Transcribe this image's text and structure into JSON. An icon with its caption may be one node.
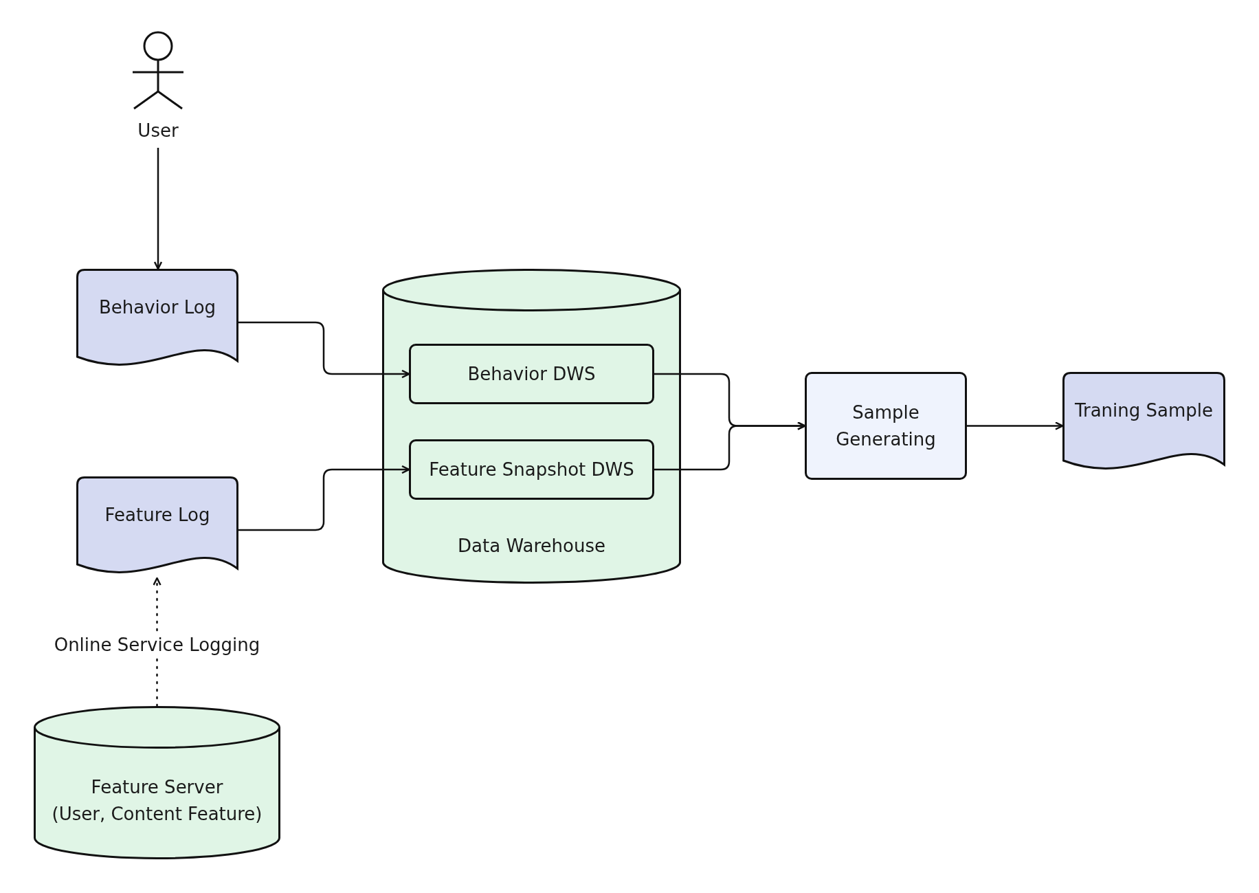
{
  "diagram": {
    "nodes": [
      {
        "text": [
          "User"
        ]
      },
      {
        "text": [
          "Behavior Log"
        ]
      },
      {
        "text": [
          "Data Warehouse"
        ]
      },
      {
        "text": [
          "Behavior DWS"
        ],
        "in": 2
      },
      {
        "text": [
          "Feature Snapshot DWS"
        ],
        "in": 2
      },
      {
        "text": [
          "Sample Generating"
        ]
      },
      {
        "text": [
          "Traning Sample"
        ]
      },
      {
        "text": [
          "Feature Log"
        ]
      },
      {
        "text": [
          "Feature Server",
          "(User, Content Feature)"
        ]
      }
    ],
    "edges": [
      {
        "from": 0,
        "to": 1,
        "arrow": "to"
      },
      {
        "from": 1,
        "to": 3,
        "arrow": "to"
      },
      {
        "from": 7,
        "to": 4,
        "arrow": "to"
      },
      {
        "from": 3,
        "to": 5,
        "arrow": "to"
      },
      {
        "from": 4,
        "to": 5,
        "arrow": "to"
      },
      {
        "from": 5,
        "to": 6,
        "arrow": "to"
      },
      {
        "from": 8,
        "to": 7,
        "arrow": "to",
        "style": "dashed",
        "label": "Online Service Logging"
      }
    ]
  }
}
